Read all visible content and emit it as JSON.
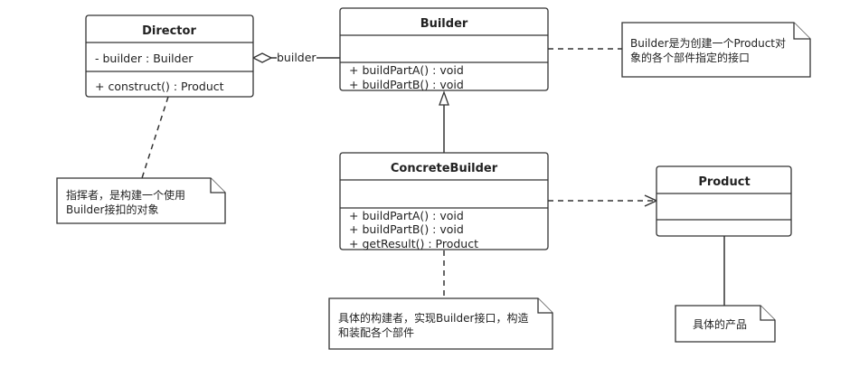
{
  "director": {
    "name": "Director",
    "attributes": [
      "- builder : Builder"
    ],
    "operations": [
      "+ construct()  : Product"
    ]
  },
  "builder": {
    "name": "Builder",
    "operations": [
      "+ buildPartA() : void",
      "+ buildPartB() : void"
    ]
  },
  "concrete_builder": {
    "name": "ConcreteBuilder",
    "operations": [
      "+ buildPartA() : void",
      "+ buildPartB() : void",
      "+ getResult() : Product"
    ]
  },
  "product": {
    "name": "Product"
  },
  "aggregation_label": "builder",
  "notes": {
    "builder": [
      "Builder是为创建一个Product对",
      "象的各个部件指定的接口"
    ],
    "director": [
      "指挥者，是构建一个使用",
      "Builder接扣的对象"
    ],
    "concrete_builder": [
      "具体的构建者，实现Builder接口，构造",
      "和装配各个部件"
    ],
    "product": [
      "具体的产品"
    ]
  }
}
